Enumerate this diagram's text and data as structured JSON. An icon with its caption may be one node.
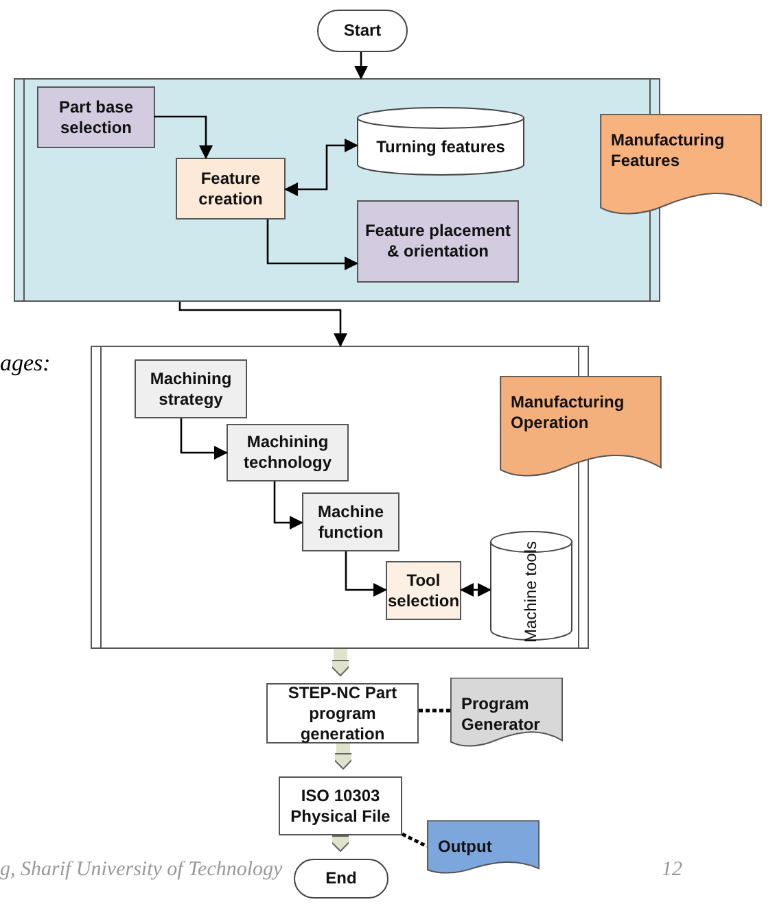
{
  "diagram": {
    "nodes": [
      {
        "text": [
          "Start"
        ]
      },
      {
        "text": [],
        "shape": "box"
      },
      {
        "text": [
          "Part base selection"
        ],
        "in": 1
      },
      {
        "text": [
          "Feature creation"
        ],
        "in": 1
      },
      {
        "text": [
          "Turning features"
        ],
        "in": 1
      },
      {
        "text": [
          "Feature placement & orientation"
        ],
        "in": 1
      },
      {
        "text": [
          "Manufacturing Features"
        ]
      },
      {
        "text": [],
        "shape": "box"
      },
      {
        "text": [
          "Machining strategy"
        ],
        "in": 7
      },
      {
        "text": [
          "Machining technology"
        ],
        "in": 7
      },
      {
        "text": [
          "Machine function"
        ],
        "in": 7
      },
      {
        "text": [
          "Tool selection"
        ],
        "in": 7
      },
      {
        "text": [
          "Machine tools"
        ],
        "in": 7
      },
      {
        "text": [
          "Manufacturing Operation"
        ]
      },
      {
        "text": [
          "STEP-NC Part program generation"
        ]
      },
      {
        "text": [
          "Program Generator"
        ]
      },
      {
        "text": [
          "ISO 10303 Physical File"
        ]
      },
      {
        "text": [
          "Output"
        ]
      },
      {
        "text": [
          "End"
        ]
      }
    ],
    "edges": [
      {
        "from": 0,
        "to": 1,
        "arrow": "to"
      },
      {
        "from": 2,
        "to": 3,
        "arrow": "to"
      },
      {
        "from": 3,
        "to": 4,
        "arrow": "both"
      },
      {
        "from": 3,
        "to": 5,
        "arrow": "to"
      },
      {
        "from": 1,
        "to": 7,
        "arrow": "to"
      },
      {
        "from": 8,
        "to": 9,
        "arrow": "to"
      },
      {
        "from": 9,
        "to": 10,
        "arrow": "to"
      },
      {
        "from": 10,
        "to": 11,
        "arrow": "to"
      },
      {
        "from": 11,
        "to": 12,
        "arrow": "both"
      },
      {
        "from": 7,
        "to": 14,
        "arrow": "to",
        "style": "thick",
        "color": "#dfe3cc"
      },
      {
        "from": 14,
        "to": 16,
        "arrow": "to",
        "style": "thick",
        "color": "#dfe3cc"
      },
      {
        "from": 16,
        "to": 18,
        "arrow": "to",
        "style": "thick",
        "color": "#dfe3cc"
      },
      {
        "from": 14,
        "to": 15,
        "arrow": "none",
        "style": "dashed"
      },
      {
        "from": 16,
        "to": 17,
        "arrow": "none",
        "style": "dashed"
      }
    ],
    "labels": [
      "ages:",
      "g, Sharif University of Technology",
      "12"
    ]
  }
}
